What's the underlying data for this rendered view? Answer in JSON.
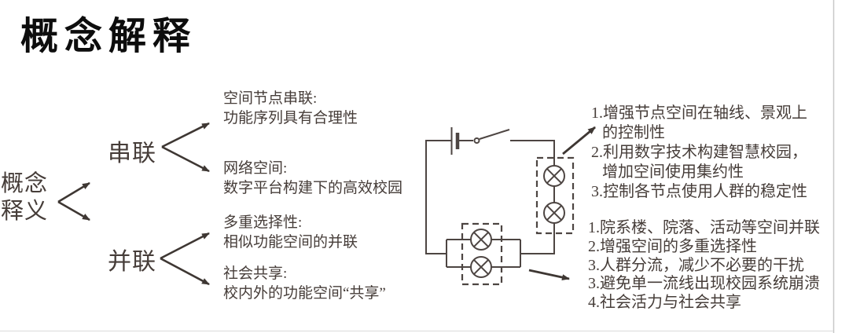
{
  "slide": {
    "title": "概念解释"
  },
  "tree": {
    "root_line1": "概念",
    "root_line2": "释义",
    "series": {
      "label": "串联",
      "branches": [
        {
          "title": "空间节点串联:",
          "desc": "功能序列具有合理性"
        },
        {
          "title": "网络空间:",
          "desc": "数字平台构建下的高效校园"
        }
      ]
    },
    "parallel": {
      "label": "并联",
      "branches": [
        {
          "title": "多重选择性:",
          "desc": "相似功能空间的并联"
        },
        {
          "title": "社会共享:",
          "desc": "校内外的功能空间“共享”"
        }
      ]
    }
  },
  "circuit": {
    "components": [
      "battery",
      "open-switch",
      "two-lamps-in-series",
      "two-lamps-in-parallel"
    ]
  },
  "notes": {
    "series_effects": {
      "lines": [
        "1.增强节点空间在轴线、景观上",
        "的控制性",
        "2.利用数字技术构建智慧校园，",
        "增加空间使用集约性",
        "3.控制各节点使用人群的稳定性"
      ]
    },
    "parallel_effects": {
      "lines": [
        "1.院系楼、院落、活动等空间并联",
        "2.增强空间的多重选择性",
        "3.人群分流，减少不必要的干扰",
        "3.避免单一流线出现校园系统崩溃",
        "4.社会活力与社会共享"
      ]
    }
  },
  "colors": {
    "title": "#0d0d0d",
    "body_text": "#463d39",
    "line": "#4d4542",
    "slide_border": "#c8c8c8"
  }
}
